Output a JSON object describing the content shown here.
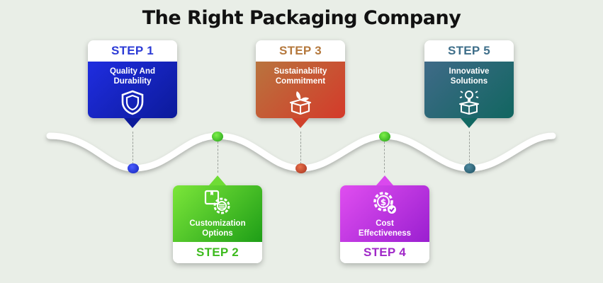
{
  "title": "The Right Packaging Company",
  "steps": [
    {
      "label": "STEP 1",
      "text": "Quality And Durability",
      "icon": "shield-icon",
      "label_color": "#2c3bd6",
      "gradient": [
        "#1f2de0",
        "#0c1a9a"
      ]
    },
    {
      "label": "STEP 2",
      "text": "Customization Options",
      "icon": "gear-box-icon",
      "label_color": "#3dbb1e",
      "gradient": [
        "#7ce63a",
        "#1e9e17"
      ]
    },
    {
      "label": "STEP 3",
      "text": "Sustainability Commitment",
      "icon": "eco-box-icon",
      "label_color": "#b5793e",
      "gradient": [
        "#b9743e",
        "#d43a2a"
      ]
    },
    {
      "label": "STEP 4",
      "text": "Cost Effectiveness",
      "icon": "dollar-gear-icon",
      "label_color": "#a028c8",
      "gradient": [
        "#e04ef0",
        "#9a1fd0"
      ]
    },
    {
      "label": "STEP 5",
      "text": "Innovative Solutions",
      "icon": "lightbulb-box-icon",
      "label_color": "#3f6f8a",
      "gradient": [
        "#3f6a88",
        "#116660"
      ]
    }
  ]
}
